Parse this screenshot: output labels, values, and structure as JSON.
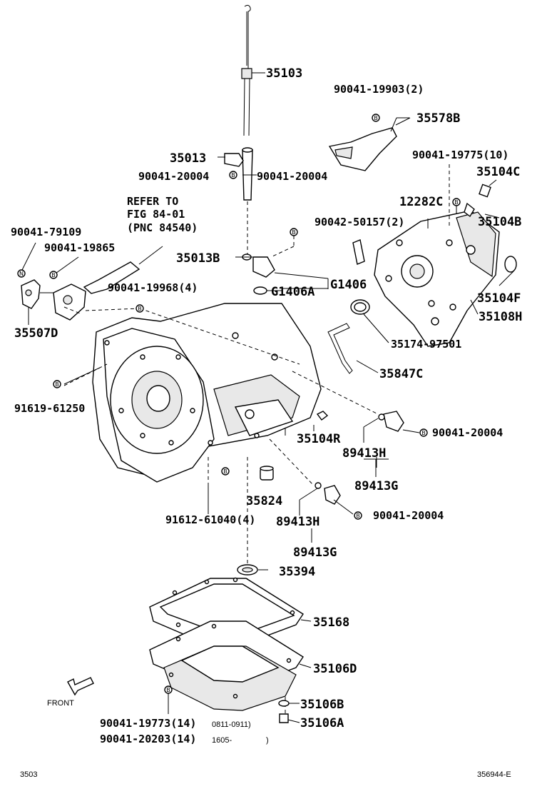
{
  "labels": {
    "p35103": "35103",
    "p90041_19903": "90041-19903(2)",
    "p35578B": "35578B",
    "p90041_19775": "90041-19775(10)",
    "p35013": "35013",
    "p90041_20004_a": "90041-20004",
    "p90041_20004_b": "90041-20004",
    "p35104C": "35104C",
    "p12282C": "12282C",
    "p35104B": "35104B",
    "refer1": "REFER TO",
    "refer2": "FIG 84-01",
    "refer3": "(PNC 84540)",
    "p90041_79109": "90041-79109",
    "p90041_19865": "90041-19865",
    "p90042_50157": "90042-50157(2)",
    "p35013B": "35013B",
    "pG1406": "G1406",
    "pG1406A": "G1406A",
    "p90041_19968": "90041-19968(4)",
    "p35104F": "35104F",
    "p35108H": "35108H",
    "p35507D": "35507D",
    "p35174_97501": "35174-97501",
    "p35847C": "35847C",
    "p91619_61250": "91619-61250",
    "p90041_20004_c": "90041-20004",
    "p35104R": "35104R",
    "p89413H_a": "89413H",
    "p89413G_a": "89413G",
    "p35824": "35824",
    "p90041_20004_d": "90041-20004",
    "p91612_61040": "91612-61040(4)",
    "p89413H_b": "89413H",
    "p89413G_b": "89413G",
    "p35394": "35394",
    "p35168": "35168",
    "p35106D": "35106D",
    "front": "FRONT",
    "p35106B": "35106B",
    "p90041_19773": "90041-19773(14)",
    "p90041_20203": "90041-20203(14)",
    "p35106A": "35106A",
    "date1": "0811-0911)",
    "date2": "1605-",
    "date2_close": ")",
    "footer_left": "3503",
    "footer_right": "356944-E"
  },
  "symbols": {
    "B": "B",
    "N": "N"
  }
}
